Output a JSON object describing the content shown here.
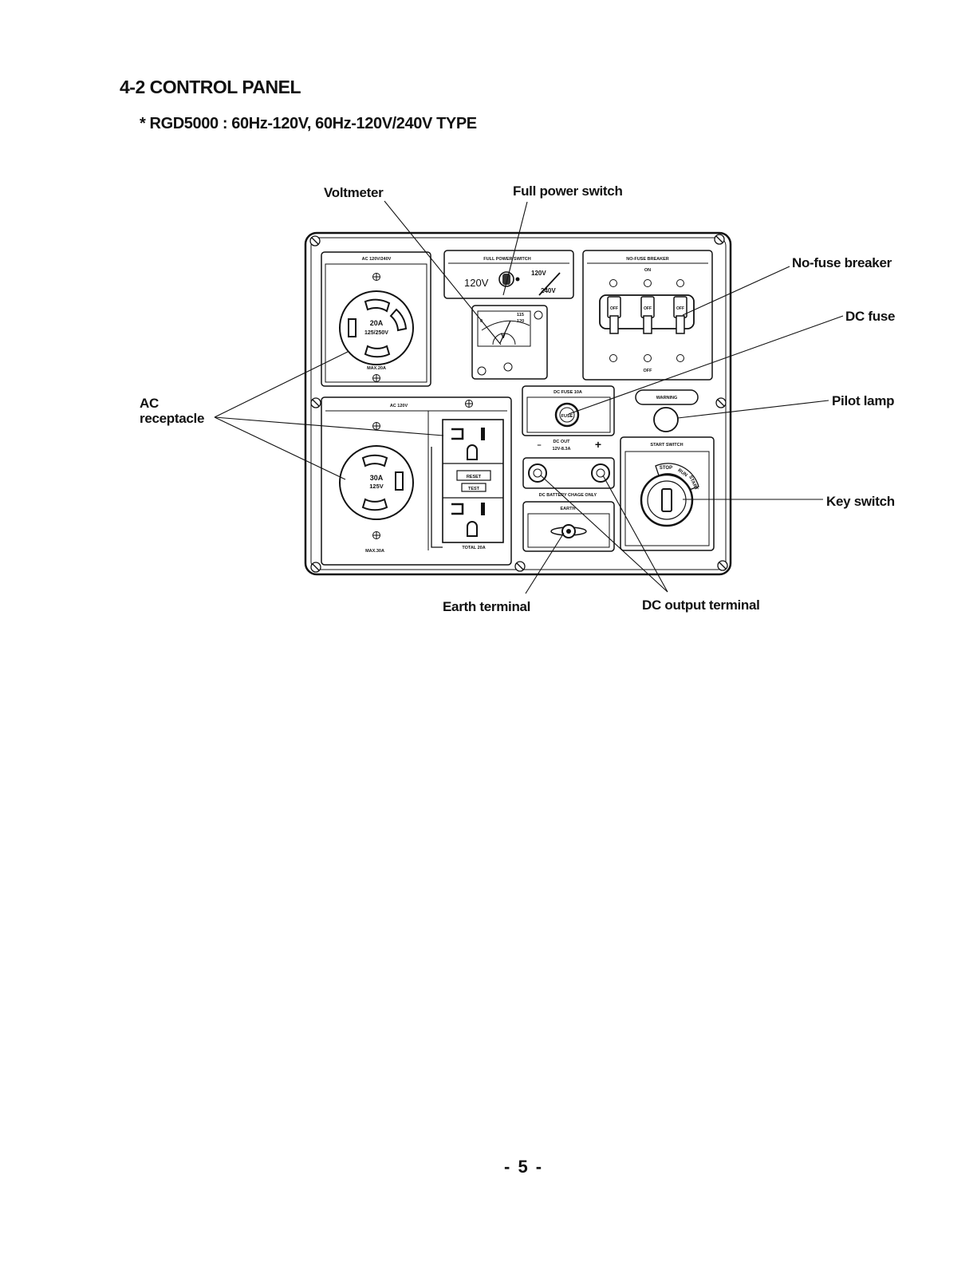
{
  "heading": "4-2 CONTROL PANEL",
  "subheading": "* RGD5000 : 60Hz-120V, 60Hz-120V/240V TYPE",
  "callouts": {
    "voltmeter": "Voltmeter",
    "full_power_switch": "Full power switch",
    "no_fuse_breaker": "No-fuse breaker",
    "dc_fuse": "DC fuse",
    "ac_receptacle_line1": "AC",
    "ac_receptacle_line2": "receptacle",
    "pilot_lamp": "Pilot lamp",
    "key_switch": "Key switch",
    "earth_terminal": "Earth terminal",
    "dc_output_terminal": "DC output terminal"
  },
  "panel": {
    "ac_120_240_title": "AC 120V/240V",
    "twist_lock_20_rating": "20A",
    "twist_lock_20_voltage": "125/250V",
    "twist_lock_20_max": "MAX.20A",
    "full_power_switch_title": "FULL POWER SWITCH",
    "switch_120v": "120V",
    "switch_120v_240v_top": "120V",
    "switch_120v_240v_bottom": "240V",
    "no_fuse_breaker_title": "NO-FUSE BREAKER",
    "breaker_on": "ON",
    "breaker_off": "OFF",
    "breaker_toggle_label": "OFF",
    "voltmeter_zero": "0",
    "voltmeter_mark_1": "115",
    "voltmeter_mark_2": "120",
    "voltmeter_unit": "V",
    "ac_120_title": "AC 120V",
    "twist_lock_30_rating": "30A",
    "twist_lock_30_voltage": "125V",
    "twist_lock_30_max": "MAX.30A",
    "gfci_reset": "RESET",
    "gfci_test": "TEST",
    "gfci_total": "TOTAL 20A",
    "dc_fuse_title": "DC FUSE 10A",
    "fuse_cap": "FUSE",
    "dc_out_title": "DC OUT",
    "dc_out_rating": "12V-8.3A",
    "dc_minus": "−",
    "dc_plus": "+",
    "dc_battery_note": "DC BATTERY CHAGE ONLY",
    "earth_title": "EARTH",
    "warning_title": "WARNING",
    "start_switch_title": "START SWITCH",
    "key_stop": "STOP",
    "key_run": "RUN",
    "key_start": "START"
  },
  "page_number": "- 5 -"
}
